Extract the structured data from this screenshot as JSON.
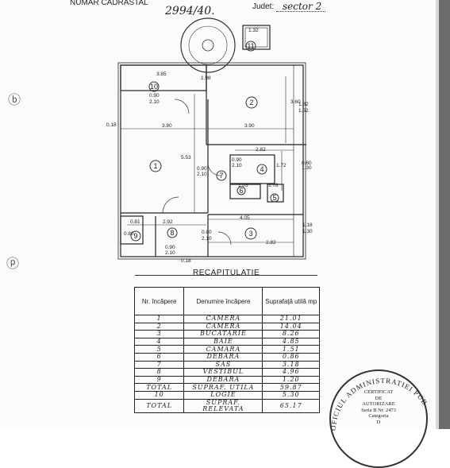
{
  "header": {
    "cadastral_label": "NUMAR CADRASTAL",
    "handwritten_number": "2994/40.",
    "judet_label": "Judet:",
    "judet_value": "sector 2"
  },
  "plan": {
    "dims": [
      "3.85",
      "0.90",
      "2.10",
      "1.98",
      "3.80",
      "3.90",
      "3.60",
      "1.52",
      "1.82",
      "0.18",
      "5.53",
      "2.82",
      "1.72",
      "0.60",
      "1.30",
      "0.90",
      "2.10",
      "1.03",
      "1.78",
      "0.90",
      "2.10",
      "4.05",
      "0.81",
      "2.92",
      "0.90",
      "2.10",
      "0.80",
      "2.10",
      "2.82",
      "1.30",
      "1.18",
      "0.18",
      "1.32",
      "0.80"
    ],
    "room_numbers": [
      "1",
      "2",
      "3",
      "4",
      "5",
      "6",
      "7",
      "8",
      "9",
      "10",
      "11"
    ]
  },
  "recap": {
    "title": "RECAPITULATIE",
    "headers": [
      "Nr. încăpere",
      "Denumire încăpere",
      "Suprafaţă utilă mp"
    ],
    "rows": [
      [
        "1",
        "CAMERA",
        "21.01"
      ],
      [
        "2",
        "CAMERA",
        "14.04"
      ],
      [
        "3",
        "BUCATARIE",
        "8.26"
      ],
      [
        "4",
        "BAIE",
        "4.85"
      ],
      [
        "5",
        "CAMARA",
        "1.51"
      ],
      [
        "6",
        "DEBARA",
        "0.86"
      ],
      [
        "7",
        "SAS",
        "3.18"
      ],
      [
        "8",
        "VESTIBUL",
        "4.96"
      ],
      [
        "9",
        "DEBARA",
        "1.20"
      ],
      [
        "TOTAL",
        "SUPRAF. UTILA",
        "59.87"
      ],
      [
        "10",
        "LOGIE",
        "5.30"
      ],
      [
        "TOTAL",
        "SUPRAF. RELEVATA",
        "65.17"
      ]
    ]
  },
  "stamp": {
    "ring_text": "OFICIUL ADMINISTRATIEI PUB",
    "line1": "CERTIFICAT",
    "line2": "DE",
    "line3": "AUTORIZARE",
    "line4": "Seria B Nr. 2473",
    "line5": "Categoria",
    "line6": "D"
  }
}
